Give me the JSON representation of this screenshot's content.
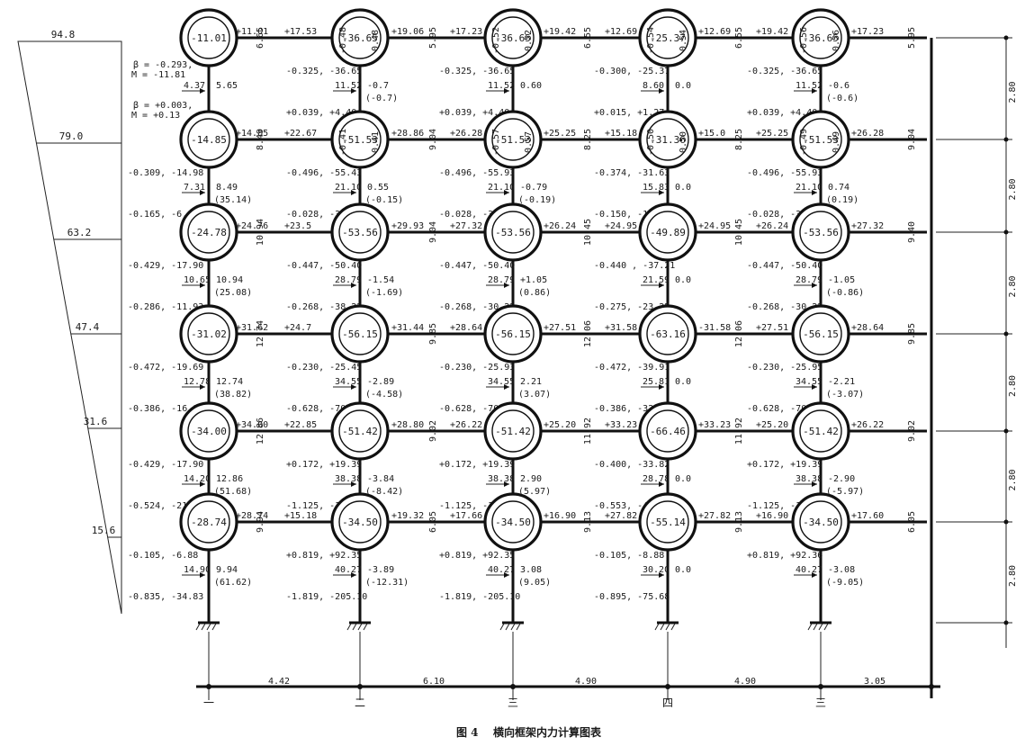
{
  "caption": {
    "fig_no": "图 4",
    "title": "横向框架内力计算图表"
  },
  "dimensions": {
    "bays": [
      "4.42",
      "6.10",
      "4.90",
      "4.90",
      "3.05"
    ],
    "story": "2.80"
  },
  "axes": [
    "一",
    "二",
    "三",
    "四",
    "三"
  ],
  "wind_loads": [
    "94.8",
    "79.0",
    "63.2",
    "47.4",
    "31.6",
    "15.6"
  ],
  "annotations": {
    "top_left": [
      "β = -0.293,",
      "M = -11.81"
    ],
    "second": [
      "β = +0.003,",
      "M = +0.13"
    ]
  },
  "nodes": [
    [
      "11.01",
      "36.65",
      "36.65",
      "25.37",
      "36.65"
    ],
    [
      "14.85",
      "51.53",
      "51.53",
      "31.36",
      "51.53"
    ],
    [
      "24.78",
      "53.56",
      "53.56",
      "49.89",
      "53.56"
    ],
    [
      "31.02",
      "56.15",
      "56.15",
      "63.16",
      "56.15"
    ],
    [
      "34.00",
      "51.42",
      "51.42",
      "66.46",
      "51.42"
    ],
    [
      "28.74",
      "34.50",
      "34.50",
      "55.14",
      "34.50"
    ]
  ],
  "small_vals": [
    [
      "",
      "0.48",
      "0.52",
      "0.54",
      "0.56"
    ],
    [
      "",
      "0.41",
      "0.57",
      "0.50",
      "0.49"
    ]
  ],
  "beam_moments": [
    [
      [
        "+11.01",
        "6.65"
      ],
      [
        "+17.53",
        "+19.06"
      ],
      [
        "5.95",
        "+17.23"
      ],
      [
        "+19.42",
        "6.55"
      ],
      [
        "+12.69",
        "+12.69"
      ],
      [
        "6.55",
        "+19.42"
      ],
      [
        "+17.23",
        "5.95"
      ]
    ],
    [
      [
        "+14.85",
        "8.49"
      ],
      [
        "+22.67",
        "+28.86"
      ],
      [
        "9.04",
        "+26.28"
      ],
      [
        "+25.25",
        "8.25"
      ],
      [
        "+15.18",
        "+15.0"
      ],
      [
        "8.25",
        "+25.25"
      ],
      [
        "+26.28",
        "9.04"
      ]
    ],
    [
      [
        "+24.76",
        "10.94"
      ],
      [
        "+23.5",
        "+29.93"
      ],
      [
        "9.04",
        "+27.32"
      ],
      [
        "+26.24",
        "10.45"
      ],
      [
        "+24.95",
        "+24.95"
      ],
      [
        "10.45",
        "+26.24"
      ],
      [
        "+27.32",
        "9.40"
      ]
    ],
    [
      [
        "+31.62",
        "12.74"
      ],
      [
        "+24.7",
        "+31.44"
      ],
      [
        "9.85",
        "+28.64"
      ],
      [
        "+27.51",
        "12.06"
      ],
      [
        "+31.58",
        "-31.58"
      ],
      [
        "12.06",
        "+27.51"
      ],
      [
        "+28.64",
        "9.85"
      ]
    ],
    [
      [
        "+34.00",
        "12.86"
      ],
      [
        "+22.85",
        "+28.80"
      ],
      [
        "9.02",
        "+26.22"
      ],
      [
        "+25.20",
        "11.92"
      ],
      [
        "+33.23",
        "+33.23"
      ],
      [
        "11.92",
        "+25.20"
      ],
      [
        "+26.22",
        "9.02"
      ]
    ],
    [
      [
        "+28.74",
        "9.94"
      ],
      [
        "+15.18",
        "+19.32"
      ],
      [
        "6.05",
        "+17.66"
      ],
      [
        "+16.90",
        "9.13"
      ],
      [
        "+27.82",
        "+27.82"
      ],
      [
        "9.13",
        "+16.90"
      ],
      [
        "+17.60",
        "6.05"
      ]
    ]
  ],
  "col_top": [
    [
      "",
      "-0.325, -36.65",
      "-0.325, -36.65",
      "-0.300, -25.37",
      "-0.325, -36.65"
    ],
    [
      "-0.309, -14.98",
      "-0.496, -55.43",
      "-0.496, -55.93",
      "-0.374, -31.63",
      "-0.496, -55.93"
    ],
    [
      "-0.429, -17.90",
      "-0.447, -50.40",
      "-0.447, -50.40",
      "-0.440 , -37.21",
      "-0.447, -50.40"
    ],
    [
      "-0.472, -19.69",
      "-0.230, -25.45",
      "-0.230, -25.93",
      "-0.472, -39.91",
      "-0.230, -25.95"
    ],
    [
      "-0.429, -17.90",
      "+0.172, +19.39",
      "+0.172, +19.39",
      "-0.400, -33.82",
      "+0.172, +19.39"
    ],
    [
      "-0.105, -6.88",
      "+0.819, +92.35",
      "+0.819, +92.35",
      "-0.105, -8.88",
      "+0.819, +92.36"
    ]
  ],
  "col_bot": [
    [
      "",
      "+0.039, +4.40",
      "+0.039, +4.40",
      "+0.015, +1.27",
      "+0.039, +4.40"
    ],
    [
      "-0.165, -6.88",
      "-0.028, -3.16",
      "-0.028, -3.16",
      "-0.150, -12.69",
      "-0.028, -3.16"
    ],
    [
      "-0.286, -11.93",
      "-0.268, -38.22",
      "-0.268, -30.22",
      "-0.275, -23.25",
      "-0.268, -30.22"
    ],
    [
      "-0.386, -16.18",
      "-0.628, -70.81",
      "-0.628, -70.81",
      "-0.386, -32.64",
      "-0.628, -70.81"
    ],
    [
      "-0.524, -21.86",
      "-1.125, -126.85",
      "-1.125, -126.85",
      "-0.553, -46.76",
      "-1.125, -126.65"
    ],
    [
      "-0.835, -34.83",
      "-1.819, -205.10",
      "-1.819, -205.10",
      "-0.895, -75.68",
      ""
    ]
  ],
  "shears": [
    [
      "4.37",
      "11.52",
      "11.52",
      "8.60",
      "11.52"
    ],
    [
      "7.31",
      "21.10",
      "21.10",
      "15.83",
      "21.10"
    ],
    [
      "10.65",
      "28.79",
      "28.79",
      "21.59",
      "28.79"
    ],
    [
      "12.78",
      "34.55",
      "34.55",
      "25.81",
      "34.55"
    ],
    [
      "14.20",
      "38.38",
      "38.38",
      "28.78",
      "38.38"
    ],
    [
      "14.90",
      "40.27",
      "40.27",
      "30.20",
      "40.27"
    ]
  ],
  "col_moment": [
    [
      "5.65",
      "-0.7",
      "0.60",
      "0.0",
      "-0.6"
    ],
    [
      "8.49",
      "0.55",
      "-0.79",
      "0.0",
      "0.74"
    ],
    [
      "10.94",
      "-1.54",
      "+1.05",
      "0.0",
      "-1.05"
    ],
    [
      "12.74",
      "-2.89",
      "2.21",
      "0.0",
      "-2.21"
    ],
    [
      "12.86",
      "-3.84",
      "2.90",
      "0.0",
      "-2.90"
    ],
    [
      "9.94",
      "-3.89",
      "3.08",
      "0.0",
      "-3.08"
    ]
  ],
  "col_paren": [
    [
      "",
      "(-0.7)",
      "",
      "",
      "(-0.6)"
    ],
    [
      "(35.14)",
      "(-0.15)",
      "(-0.19)",
      "",
      "(0.19)"
    ],
    [
      "(25.08)",
      "(-1.69)",
      "(0.86)",
      "",
      "(-0.86)"
    ],
    [
      "(38.82)",
      "(-4.58)",
      "(3.07)",
      "",
      "(-3.07)"
    ],
    [
      "(51.68)",
      "(-8.42)",
      "(5.97)",
      "",
      "(-5.97)"
    ],
    [
      "(61.62)",
      "(-12.31)",
      "(9.05)",
      "",
      "(-9.05)"
    ]
  ]
}
